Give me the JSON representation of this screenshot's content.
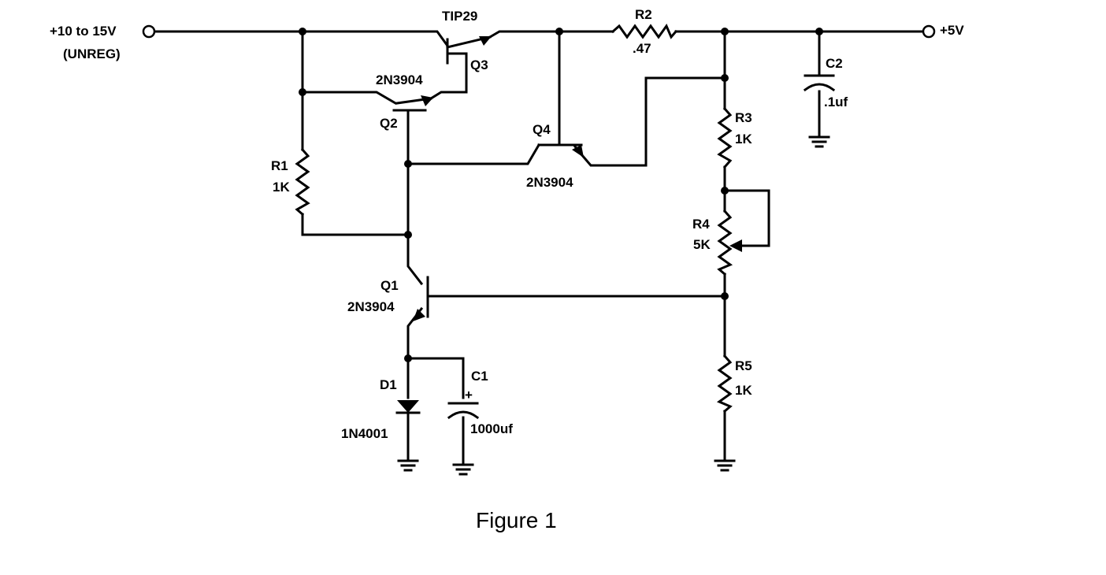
{
  "input": {
    "voltage": "+10 to 15V",
    "note": "(UNREG)"
  },
  "output": {
    "voltage": "+5V"
  },
  "components": {
    "q3": {
      "type": "TIP29",
      "ref": "Q3"
    },
    "q2": {
      "type": "2N3904",
      "ref": "Q2"
    },
    "q4": {
      "type": "2N3904",
      "ref": "Q4"
    },
    "q1": {
      "type": "2N3904",
      "ref": "Q1"
    },
    "r1": {
      "ref": "R1",
      "value": "1K"
    },
    "r2": {
      "ref": "R2",
      "value": ".47"
    },
    "r3": {
      "ref": "R3",
      "value": "1K"
    },
    "r4": {
      "ref": "R4",
      "value": "5K"
    },
    "r5": {
      "ref": "R5",
      "value": "1K"
    },
    "c1": {
      "ref": "C1",
      "value": "1000uf",
      "polarity": "+"
    },
    "c2": {
      "ref": "C2",
      "value": ".1uf"
    },
    "d1": {
      "ref": "D1",
      "type": "1N4001"
    }
  },
  "caption": "Figure 1"
}
